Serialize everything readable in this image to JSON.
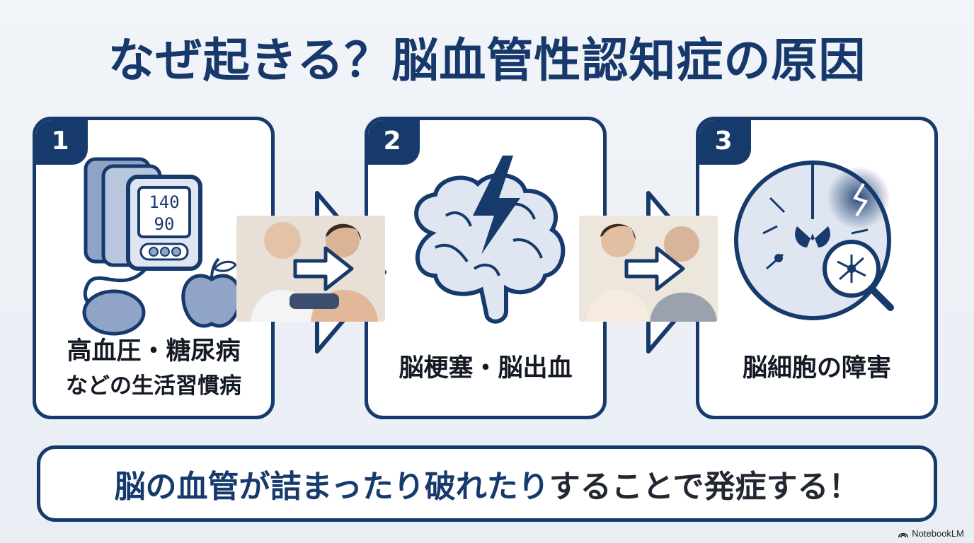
{
  "title": "なぜ起きる？脳血管性認知症の原因",
  "steps": [
    {
      "number": "1",
      "label_line1": "高血圧・糖尿病",
      "label_line2": "などの生活習慣病",
      "icon": "blood-pressure-monitor-icon"
    },
    {
      "number": "2",
      "label_line1": "脳梗塞・脳出血",
      "icon": "brain-lightning-icon"
    },
    {
      "number": "3",
      "label_line1": "脳細胞の障害",
      "icon": "damaged-brain-magnifier-icon"
    }
  ],
  "monitor": {
    "systolic": "140",
    "diastolic": "90"
  },
  "banner": {
    "highlight": "脳の血管が詰まったり破れたり",
    "rest": "することで発症する！"
  },
  "brand": "NotebookLM",
  "colors": {
    "navy": "#173a6c",
    "light_blue": "#8fa4c6",
    "pale_blue": "#dfe6f1",
    "dark_text": "#141a24"
  }
}
